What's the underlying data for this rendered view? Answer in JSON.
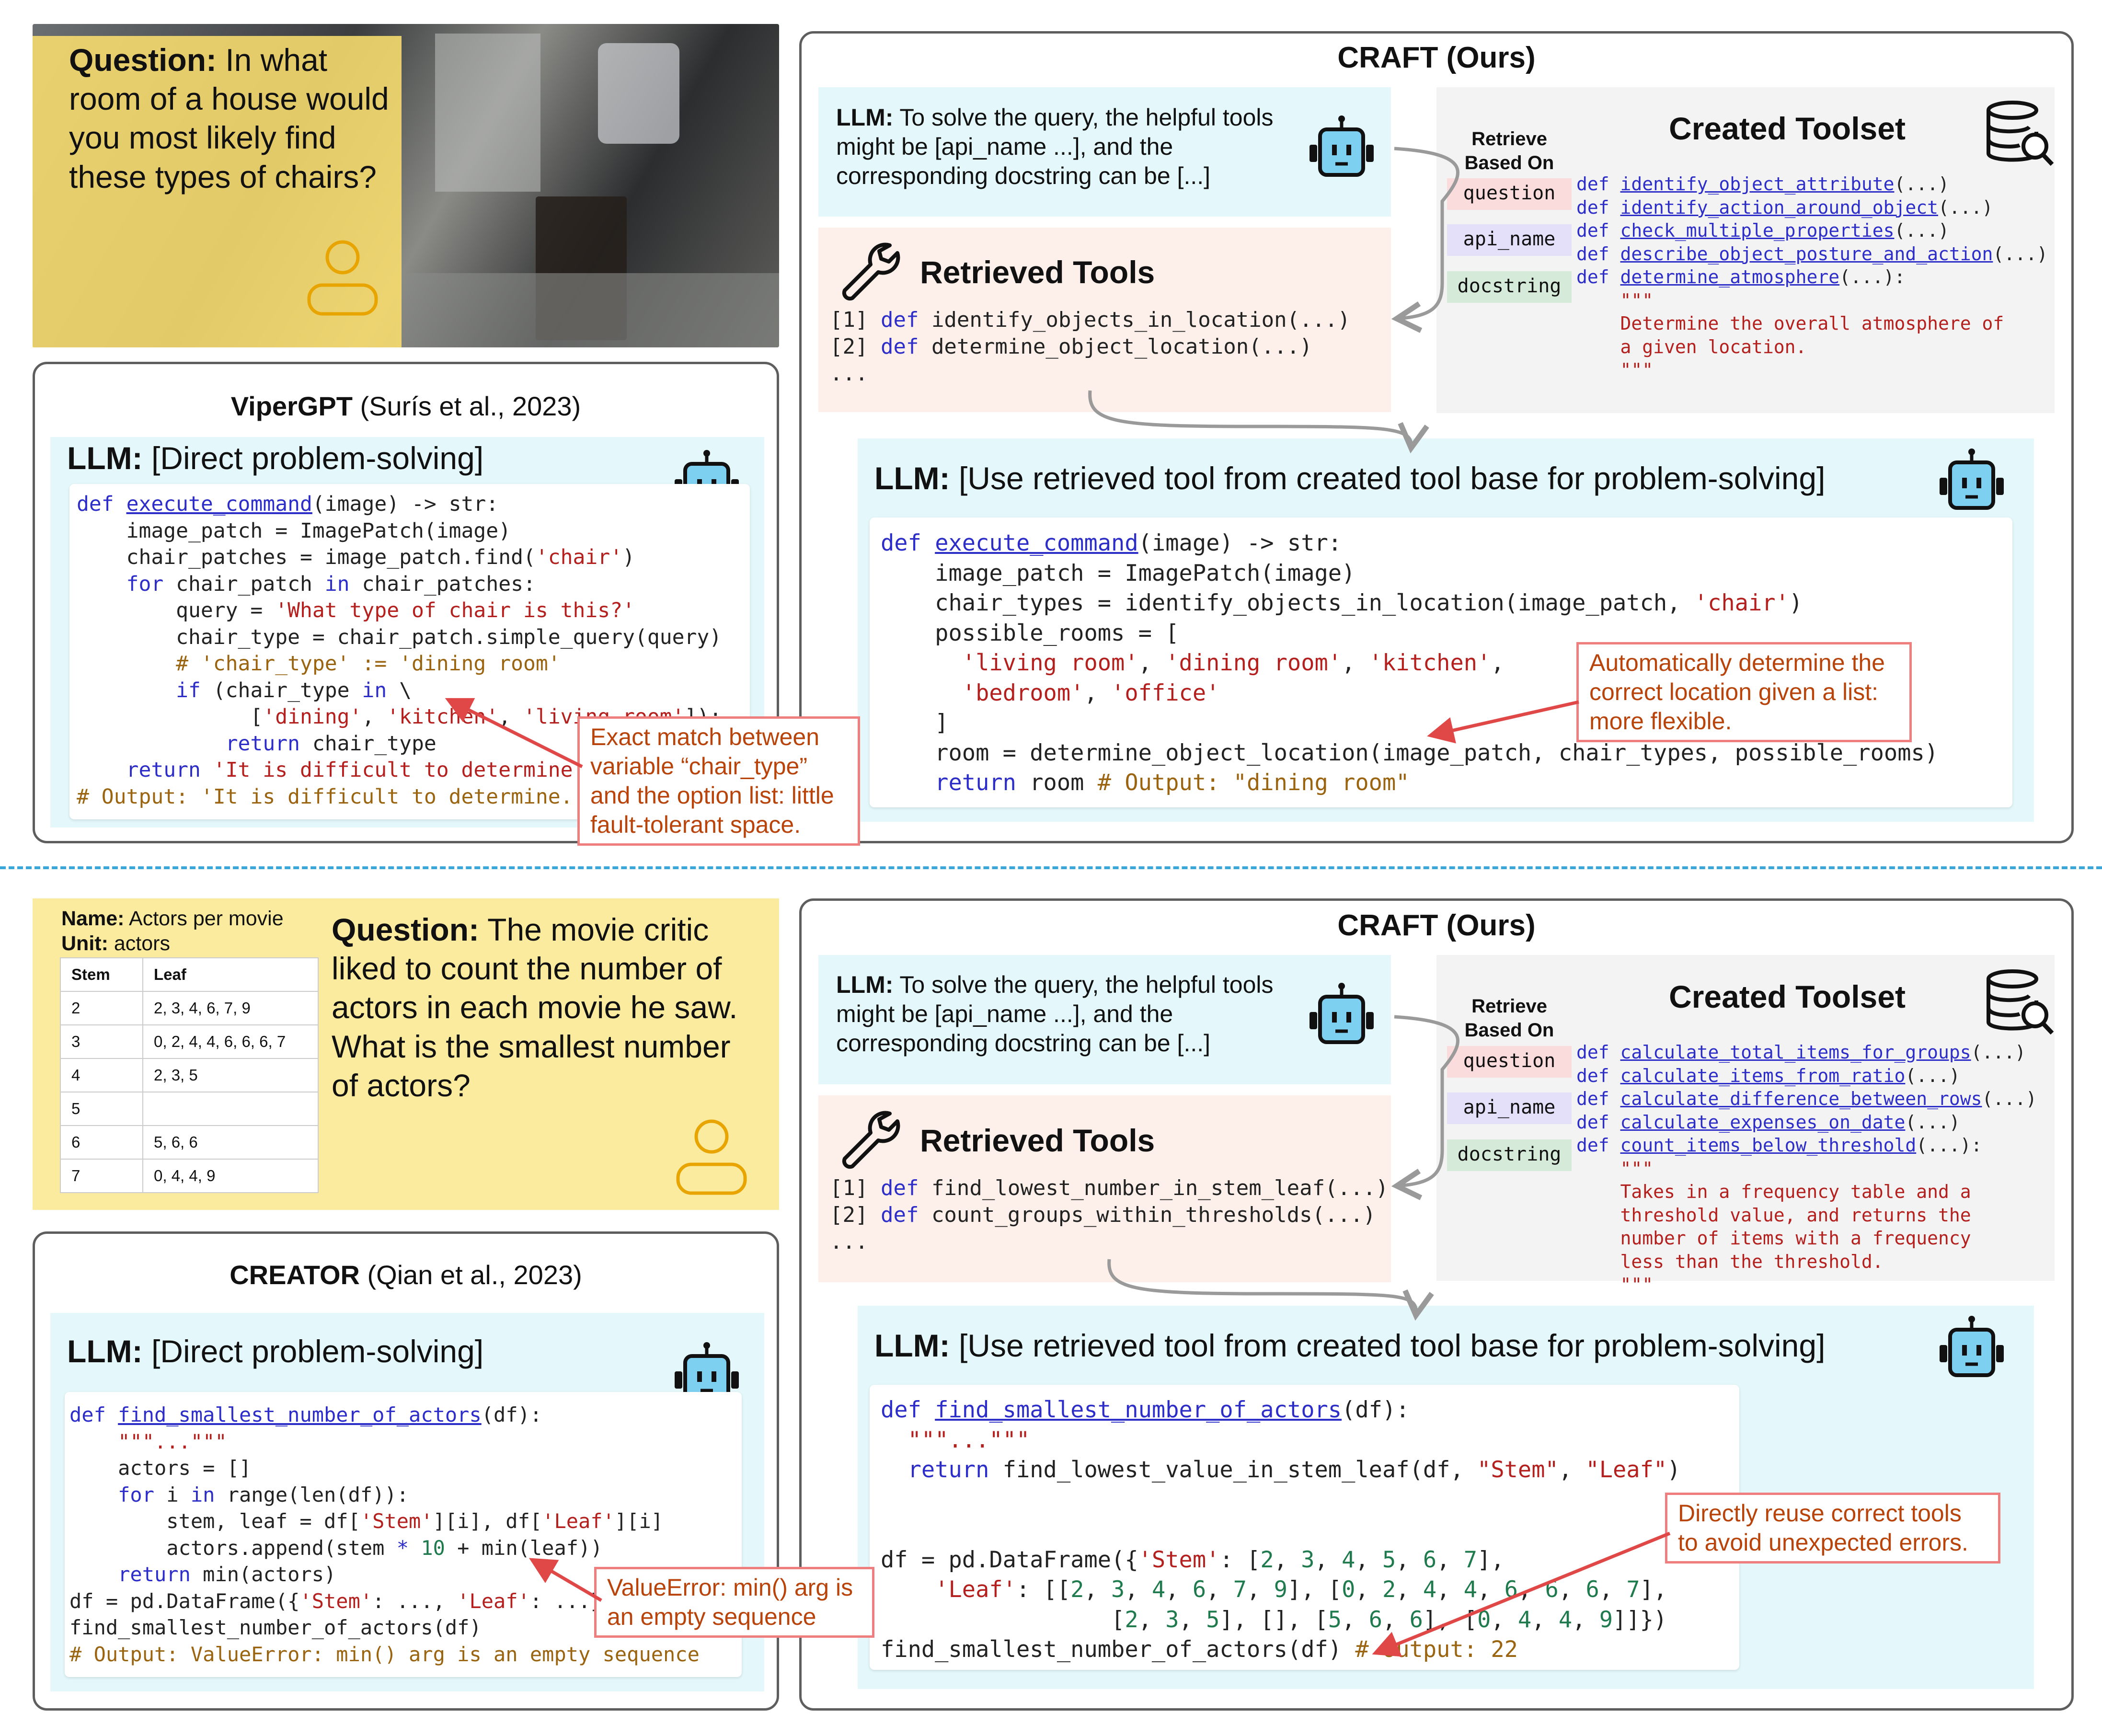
{
  "top": {
    "question_label": "Question:",
    "question_text": "In what room of a house would you most likely find these types of chairs?",
    "baseline": {
      "name": "ViperGPT",
      "cite": "(Surís et al., 2023)",
      "llm_label": "LLM:",
      "llm_text": "[Direct problem-solving]",
      "code": [
        [
          [
            "kw",
            "def "
          ],
          [
            "fn",
            "execute_command"
          ],
          [
            "",
            "(image) -> str:"
          ]
        ],
        [
          [
            "",
            "    image_patch = ImagePatch(image)"
          ]
        ],
        [
          [
            "",
            "    chair_patches = image_patch.find("
          ],
          [
            "str",
            "'chair'"
          ],
          [
            "",
            ")"
          ]
        ],
        [
          [
            "kw",
            "    for "
          ],
          [
            "",
            "chair_patch "
          ],
          [
            "kw",
            "in "
          ],
          [
            "",
            "chair_patches:"
          ]
        ],
        [
          [
            "",
            "        query = "
          ],
          [
            "str",
            "'What type of chair is this?'"
          ]
        ],
        [
          [
            "",
            "        chair_type = chair_patch.simple_query(query)"
          ]
        ],
        [
          [
            "cm",
            "        # 'chair_type' := 'dining room'"
          ]
        ],
        [
          [
            "kw",
            "        if "
          ],
          [
            "",
            "(chair_type "
          ],
          [
            "kw",
            "in "
          ],
          [
            "",
            "\\"
          ]
        ],
        [
          [
            "",
            "              ["
          ],
          [
            "str",
            "'dining'"
          ],
          [
            "",
            ", "
          ],
          [
            "str",
            "'kitchen'"
          ],
          [
            "",
            ", "
          ],
          [
            "str",
            "'living room'"
          ],
          [
            "",
            "]):"
          ]
        ],
        [
          [
            "kw",
            "            return "
          ],
          [
            "",
            "chair_type"
          ]
        ],
        [
          [
            "kw",
            "    return "
          ],
          [
            "str",
            "'It is difficult to determine.'"
          ]
        ],
        [
          [
            "cm",
            "# Output: 'It is difficult to determine.'"
          ]
        ]
      ],
      "note": "Exact match between variable “chair_type” and the option list: little fault-tolerant space."
    },
    "craft": {
      "title": "CRAFT (Ours)",
      "llm_label": "LLM:",
      "llm_query": "To solve the query, the helpful tools might be [api_name ...], and the corresponding docstring can be [...]",
      "retrieve_label": "Retrieve Based On",
      "tags": [
        "question",
        "api_name",
        "docstring"
      ],
      "toolset_title": "Created Toolset",
      "toolset": [
        {
          "def": "def ",
          "name": "identify_object_attribute",
          "rest": "(...)"
        },
        {
          "def": "def ",
          "name": "identify_action_around_object",
          "rest": "(...)"
        },
        {
          "def": "def ",
          "name": "check_multiple_properties",
          "rest": "(...)"
        },
        {
          "def": "def ",
          "name": "describe_object_posture_and_action",
          "rest": "(...)"
        },
        {
          "def": "def ",
          "name": "determine_atmosphere",
          "rest": "(...):"
        }
      ],
      "docstring": [
        "\"\"\"",
        "Determine the overall atmosphere of",
        "a given location.",
        "\"\"\""
      ],
      "retrieved_title": "Retrieved Tools",
      "retrieved": [
        {
          "idx": "[1] ",
          "kw": "def ",
          "rest": "identify_objects_in_location(...)"
        },
        {
          "idx": "[2] ",
          "kw": "def ",
          "rest": "determine_object_location(...)"
        },
        {
          "idx": "...",
          "kw": "",
          "rest": ""
        }
      ],
      "use_label": "LLM:",
      "use_text": "[Use retrieved tool from created tool base for problem-solving]",
      "code": [
        [
          [
            "kw",
            "def "
          ],
          [
            "fn",
            "execute_command"
          ],
          [
            "",
            "(image) -> str:"
          ]
        ],
        [
          [
            "",
            "    image_patch = ImagePatch(image)"
          ]
        ],
        [
          [
            "",
            "    chair_types = identify_objects_in_location(image_patch, "
          ],
          [
            "str",
            "'chair'"
          ],
          [
            "",
            ")"
          ]
        ],
        [
          [
            "",
            "    possible_rooms = ["
          ]
        ],
        [
          [
            "str",
            "      'living room'"
          ],
          [
            "",
            ", "
          ],
          [
            "str",
            "'dining room'"
          ],
          [
            "",
            ", "
          ],
          [
            "str",
            "'kitchen'"
          ],
          [
            "",
            ","
          ]
        ],
        [
          [
            "str",
            "      'bedroom'"
          ],
          [
            "",
            ", "
          ],
          [
            "str",
            "'office'"
          ]
        ],
        [
          [
            "",
            "    ]"
          ]
        ],
        [
          [
            "",
            "    room = determine_object_location(image_patch, chair_types, possible_rooms)"
          ]
        ],
        [
          [
            "kw",
            "    return "
          ],
          [
            "",
            "room "
          ],
          [
            "cm",
            "# Output: \"dining room\""
          ]
        ]
      ],
      "note": "Automatically determine the correct location given a list: more flexible."
    }
  },
  "bottom": {
    "table": {
      "name_label": "Name:",
      "name": "Actors per movie",
      "unit_label": "Unit:",
      "unit": "actors",
      "headers": [
        "Stem",
        "Leaf"
      ],
      "rows": [
        [
          "2",
          "2, 3, 4, 6, 7, 9"
        ],
        [
          "3",
          "0, 2, 4, 4, 6, 6, 6, 7"
        ],
        [
          "4",
          "2, 3, 5"
        ],
        [
          "5",
          ""
        ],
        [
          "6",
          "5, 6, 6"
        ],
        [
          "7",
          "0, 4, 4, 9"
        ]
      ]
    },
    "question_label": "Question:",
    "question_text": "The movie critic liked to count the number of actors in each movie he saw. What is the smallest number of actors?",
    "baseline": {
      "name": "CREATOR",
      "cite": "(Qian et al., 2023)",
      "llm_label": "LLM:",
      "llm_text": "[Direct problem-solving]",
      "code": [
        [
          [
            "kw",
            "def "
          ],
          [
            "fn",
            "find_smallest_number_of_actors"
          ],
          [
            "",
            "(df):"
          ]
        ],
        [
          [
            "str",
            "    \"\"\"...\"\"\""
          ]
        ],
        [
          [
            "",
            "    actors = []"
          ]
        ],
        [
          [
            "kw",
            "    for "
          ],
          [
            "",
            "i "
          ],
          [
            "kw",
            "in "
          ],
          [
            "",
            "range(len(df)):"
          ]
        ],
        [
          [
            "",
            "        stem, leaf = df["
          ],
          [
            "str",
            "'Stem'"
          ],
          [
            "",
            "][i], df["
          ],
          [
            "str",
            "'Leaf'"
          ],
          [
            "",
            "][i]"
          ]
        ],
        [
          [
            "",
            "        actors.append(stem "
          ],
          [
            "kw",
            "* "
          ],
          [
            "num",
            "10"
          ],
          [
            "",
            " + min(leaf))"
          ]
        ],
        [
          [
            "kw",
            "    return "
          ],
          [
            "",
            "min(actors)"
          ]
        ],
        [
          [
            "",
            "df = pd.DataFrame({"
          ],
          [
            "str",
            "'Stem'"
          ],
          [
            "",
            ": ..., "
          ],
          [
            "str",
            "'Leaf'"
          ],
          [
            "",
            ": ...})"
          ]
        ],
        [
          [
            "",
            "find_smallest_number_of_actors(df)"
          ]
        ],
        [
          [
            "cm",
            "# Output: ValueError: min() arg is an empty sequence"
          ]
        ]
      ],
      "note": "ValueError: min() arg is an empty sequence"
    },
    "craft": {
      "title": "CRAFT (Ours)",
      "llm_label": "LLM:",
      "llm_query": "To solve the query, the helpful tools might be [api_name ...], and the corresponding docstring can be [...]",
      "retrieve_label": "Retrieve Based On",
      "tags": [
        "question",
        "api_name",
        "docstring"
      ],
      "toolset_title": "Created Toolset",
      "toolset": [
        {
          "def": "def ",
          "name": "calculate_total_items_for_groups",
          "rest": "(...)"
        },
        {
          "def": "def ",
          "name": "calculate_items_from_ratio",
          "rest": "(...)"
        },
        {
          "def": "def ",
          "name": "calculate_difference_between_rows",
          "rest": "(...)"
        },
        {
          "def": "def ",
          "name": "calculate_expenses_on_date",
          "rest": "(...)"
        },
        {
          "def": "def ",
          "name": "count_items_below_threshold",
          "rest": "(...):"
        }
      ],
      "docstring": [
        "\"\"\"",
        "Takes in a frequency table and a",
        "threshold value, and returns the",
        "number of items with a frequency",
        "less than the threshold.",
        "\"\"\""
      ],
      "retrieved_title": "Retrieved Tools",
      "retrieved": [
        {
          "idx": "[1] ",
          "kw": "def ",
          "rest": "find_lowest_number_in_stem_leaf(...)"
        },
        {
          "idx": "[2] ",
          "kw": "def ",
          "rest": "count_groups_within_thresholds(...)"
        },
        {
          "idx": "...",
          "kw": "",
          "rest": ""
        }
      ],
      "use_label": "LLM:",
      "use_text": "[Use retrieved tool from created tool base for problem-solving]",
      "code": [
        [
          [
            "kw",
            "def "
          ],
          [
            "fn",
            "find_smallest_number_of_actors"
          ],
          [
            "",
            "(df):"
          ]
        ],
        [
          [
            "str",
            "  \"\"\"...\"\"\""
          ]
        ],
        [
          [
            "kw",
            "  return "
          ],
          [
            "",
            "find_lowest_value_in_stem_leaf(df, "
          ],
          [
            "str",
            "\"Stem\""
          ],
          [
            "",
            ", "
          ],
          [
            "str",
            "\"Leaf\""
          ],
          [
            "",
            ")"
          ]
        ],
        [
          [
            "",
            ""
          ]
        ],
        [
          [
            "",
            ""
          ]
        ],
        [
          [
            "",
            "df = pd.DataFrame({"
          ],
          [
            "str",
            "'Stem'"
          ],
          [
            "",
            ": ["
          ],
          [
            "num",
            "2"
          ],
          [
            "",
            ", "
          ],
          [
            "num",
            "3"
          ],
          [
            "",
            ", "
          ],
          [
            "num",
            "4"
          ],
          [
            "",
            ", "
          ],
          [
            "num",
            "5"
          ],
          [
            "",
            ", "
          ],
          [
            "num",
            "6"
          ],
          [
            "",
            ", "
          ],
          [
            "num",
            "7"
          ],
          [
            "",
            "],"
          ]
        ],
        [
          [
            "str",
            "    'Leaf'"
          ],
          [
            "",
            ": [["
          ],
          [
            "num",
            "2"
          ],
          [
            "",
            ", "
          ],
          [
            "num",
            "3"
          ],
          [
            "",
            ", "
          ],
          [
            "num",
            "4"
          ],
          [
            "",
            ", "
          ],
          [
            "num",
            "6"
          ],
          [
            "",
            ", "
          ],
          [
            "num",
            "7"
          ],
          [
            "",
            ", "
          ],
          [
            "num",
            "9"
          ],
          [
            "",
            "], ["
          ],
          [
            "num",
            "0"
          ],
          [
            "",
            ", "
          ],
          [
            "num",
            "2"
          ],
          [
            "",
            ", "
          ],
          [
            "num",
            "4"
          ],
          [
            "",
            ", "
          ],
          [
            "num",
            "4"
          ],
          [
            "",
            ", "
          ],
          [
            "num",
            "6"
          ],
          [
            "",
            ", "
          ],
          [
            "num",
            "6"
          ],
          [
            "",
            ", "
          ],
          [
            "num",
            "6"
          ],
          [
            "",
            ", "
          ],
          [
            "num",
            "7"
          ],
          [
            "",
            "],"
          ]
        ],
        [
          [
            "",
            "                 ["
          ],
          [
            "num",
            "2"
          ],
          [
            "",
            ", "
          ],
          [
            "num",
            "3"
          ],
          [
            "",
            ", "
          ],
          [
            "num",
            "5"
          ],
          [
            "",
            "], [], ["
          ],
          [
            "num",
            "5"
          ],
          [
            "",
            ", "
          ],
          [
            "num",
            "6"
          ],
          [
            "",
            ", "
          ],
          [
            "num",
            "6"
          ],
          [
            "",
            "], ["
          ],
          [
            "num",
            "0"
          ],
          [
            "",
            ", "
          ],
          [
            "num",
            "4"
          ],
          [
            "",
            ", "
          ],
          [
            "num",
            "4"
          ],
          [
            "",
            ", "
          ],
          [
            "num",
            "9"
          ],
          [
            "",
            "]]})"
          ]
        ],
        [
          [
            "",
            "find_smallest_number_of_actors(df) "
          ],
          [
            "cm",
            "# Output: 22"
          ]
        ]
      ],
      "note": "Directly reuse correct tools to avoid unexpected errors."
    }
  }
}
